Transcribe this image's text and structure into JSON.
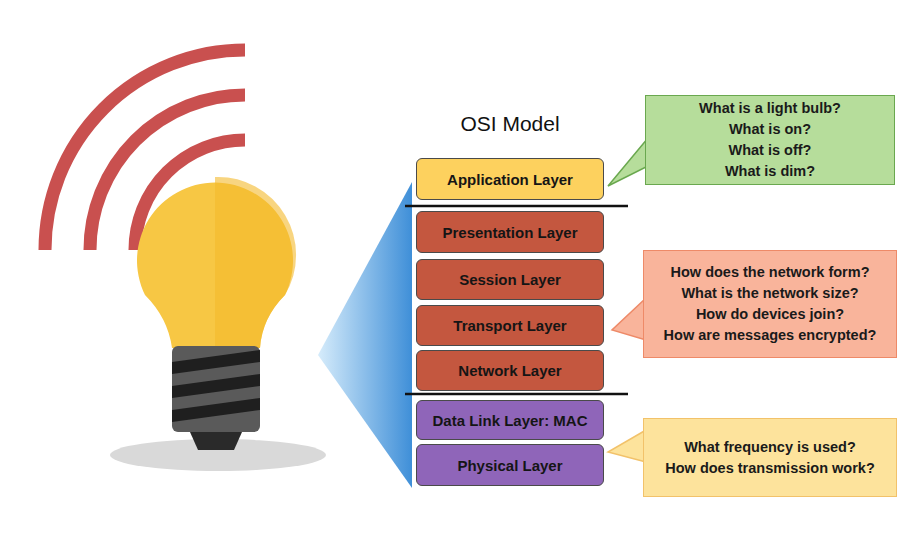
{
  "diagram": {
    "title": "OSI Model",
    "nodes": [
      {
        "text": [
          "Application Layer"
        ]
      },
      {
        "text": [
          "Presentation Layer"
        ]
      },
      {
        "text": [
          "Session Layer"
        ]
      },
      {
        "text": [
          "Transport Layer"
        ]
      },
      {
        "text": [
          "Network Layer"
        ]
      },
      {
        "text": [
          "Data Link Layer: MAC"
        ]
      },
      {
        "text": [
          "Physical Layer"
        ]
      },
      {
        "text": [
          "What is a light bulb?",
          "What is on?",
          "What is off?",
          "What is dim?"
        ]
      },
      {
        "text": [
          "How does the network form?",
          "What is the network size?",
          "How do devices join?",
          "How are messages encrypted?"
        ]
      },
      {
        "text": [
          "What frequency is used?",
          "How does transmission work?"
        ]
      }
    ]
  }
}
